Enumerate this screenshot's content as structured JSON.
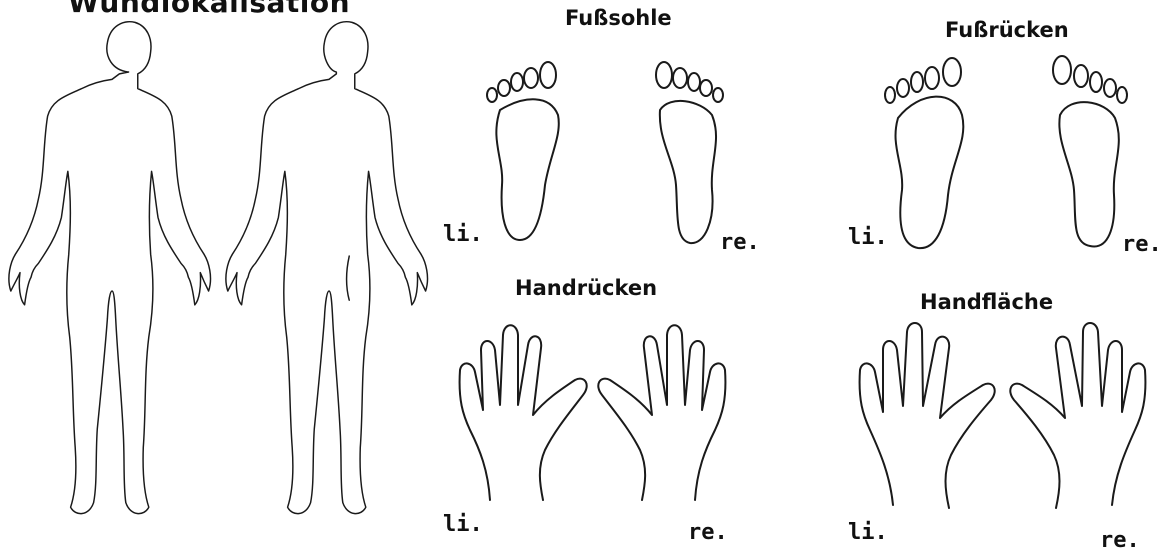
{
  "title": "Wundlokalisation",
  "panels": {
    "sole": {
      "title": "Fußsohle",
      "left": "li.",
      "right": "re."
    },
    "instep": {
      "title": "Fußrücken",
      "left": "li.",
      "right": "re."
    },
    "back_of_hand": {
      "title": "Handrücken",
      "left": "li.",
      "right": "re."
    },
    "palm": {
      "title": "Handfläche",
      "left": "li.",
      "right": "re."
    }
  },
  "figures": [
    "body-front",
    "body-back",
    "foot-left",
    "foot-right",
    "hand-left",
    "hand-right"
  ]
}
